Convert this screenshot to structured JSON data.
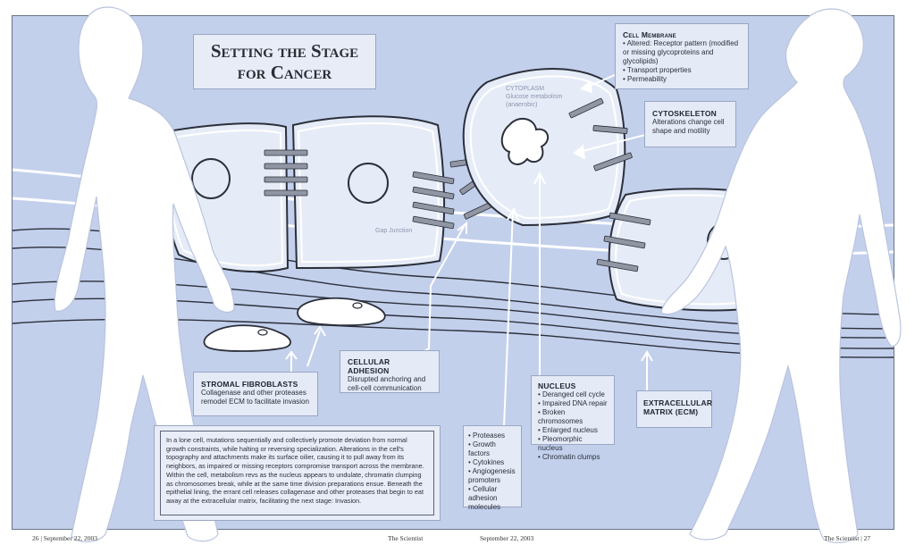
{
  "title": {
    "line1": "Setting the Stage",
    "line2": "for Cancer"
  },
  "labels": {
    "cytoplasm": "CYTOPLASM",
    "cytoplasm_sub1": "Glucose metabolism",
    "cytoplasm_sub2": "(anaerobic)",
    "gap_junction": "Gap Junction"
  },
  "cell_membrane": {
    "heading": "Cell Membrane",
    "items": [
      "Altered: Receptor pattern (modified or missing glycoproteins and glycolipids)",
      "Transport properties",
      "Permeability"
    ]
  },
  "cytoskeleton": {
    "heading": "CYTOSKELETON",
    "text": "Alterations change cell shape and motility"
  },
  "stromal_fibroblasts": {
    "heading": "STROMAL FIBROBLASTS",
    "text": "Collagenase and other proteases remodel ECM to facilitate invasion"
  },
  "cellular_adhesion": {
    "heading": "CELLULAR ADHESION",
    "text": "Disrupted anchoring and cell-cell communication"
  },
  "nucleus": {
    "heading": "NUCLEUS",
    "items": [
      "Deranged cell cycle",
      "Impaired DNA repair",
      "Broken chromosomes",
      "Enlarged nucleus",
      "Pleomorphic nucleus",
      "Chromatin clumps"
    ]
  },
  "ecm": {
    "heading": "EXTRACELLULAR MATRIX (ECM)"
  },
  "secreted": {
    "items": [
      "Proteases",
      "Growth factors",
      "Cytokines",
      "Angiogenesis promoters",
      "Cellular adhesion molecules"
    ]
  },
  "intro_text": "In a lone cell, mutations sequentially and collectively promote deviation from normal growth constraints, while halting or reversing specialization. Alterations in the cell's topography and attachments make its surface oilier, causing it to pull away from its neighbors, as impaired or missing receptors compromise transport across the membrane. Within the cell, metabolism revs as the nucleus appears to undulate, chromatin clumping as chromosomes break, while at the same time division preparations ensue. Beneath the epithelial lining, the errant cell releases collagenase and other proteases that begin to eat away at the extracellular matrix, facilitating the next stage: Invasion.",
  "footer": {
    "left": "26  |  September 22, 2003",
    "center1": "The Scientist",
    "center2": "September 22, 2003",
    "right": "The Scientist | 27"
  },
  "colors": {
    "background": "#c3d0ec",
    "cell_fill": "#e6ecf7",
    "outline": "#2b2f3a",
    "silhouette": "#ffffff"
  }
}
